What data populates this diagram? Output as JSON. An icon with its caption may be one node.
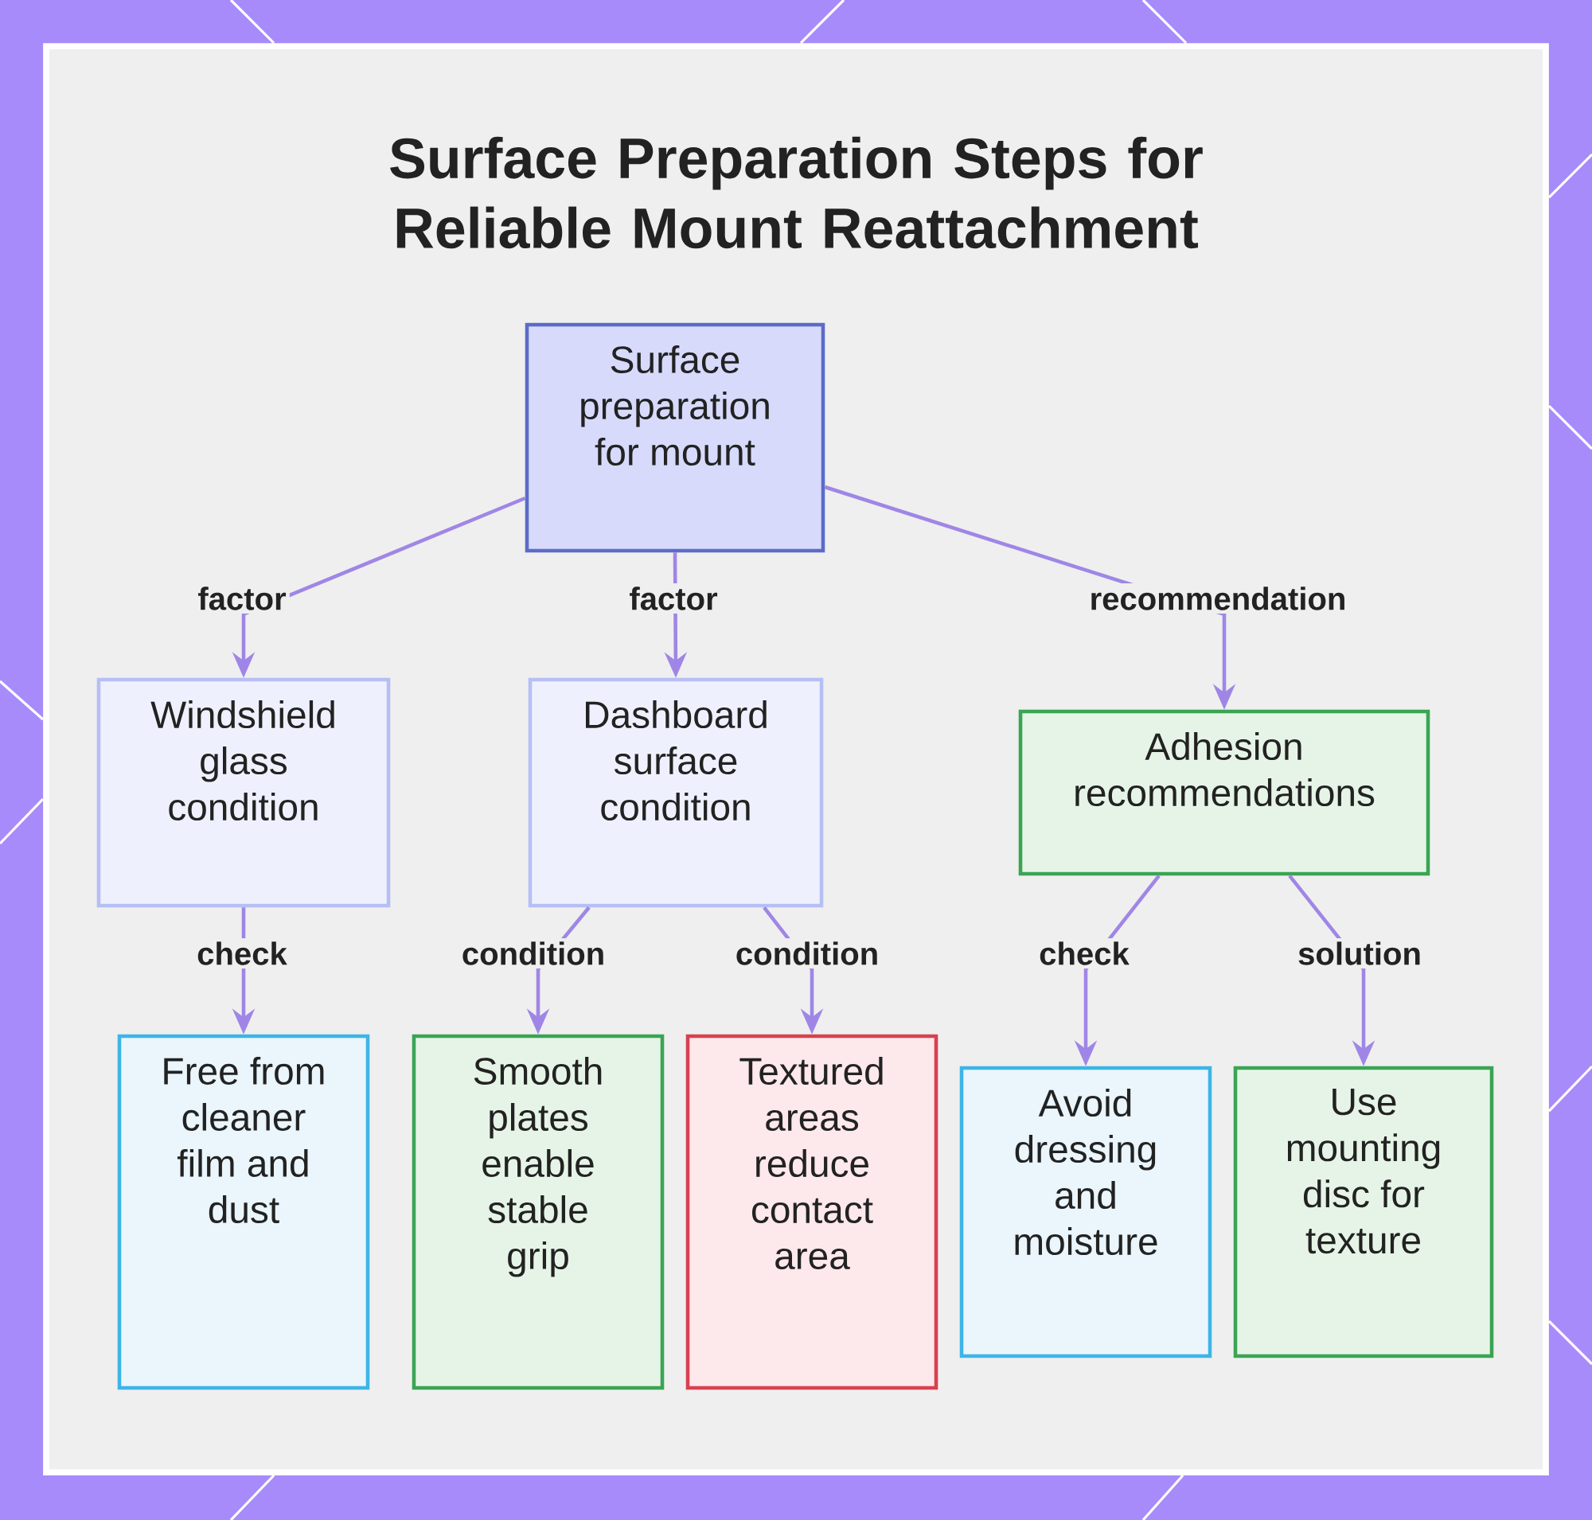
{
  "diagram": {
    "title": "Surface Preparation Steps for Reliable Mount Reattachment",
    "nodes": [
      {
        "text": [
          "Surface preparation for mount"
        ]
      },
      {
        "text": [
          "Windshield glass condition"
        ]
      },
      {
        "text": [
          "Dashboard surface condition"
        ]
      },
      {
        "text": [
          "Adhesion recommendations"
        ]
      },
      {
        "text": [
          "Free from cleaner film and dust"
        ]
      },
      {
        "text": [
          "Smooth plates enable stable grip"
        ]
      },
      {
        "text": [
          "Textured areas reduce contact area"
        ]
      },
      {
        "text": [
          "Avoid dressing and moisture"
        ]
      },
      {
        "text": [
          "Use mounting disc for texture"
        ]
      }
    ],
    "edges": [
      {
        "from": 0,
        "to": 1,
        "arrow": "to",
        "label": "factor"
      },
      {
        "from": 0,
        "to": 2,
        "arrow": "to",
        "label": "factor"
      },
      {
        "from": 0,
        "to": 3,
        "arrow": "to",
        "label": "recommendation"
      },
      {
        "from": 1,
        "to": 4,
        "arrow": "to",
        "label": "check"
      },
      {
        "from": 2,
        "to": 5,
        "arrow": "to",
        "label": "condition"
      },
      {
        "from": 2,
        "to": 6,
        "arrow": "to",
        "label": "condition"
      },
      {
        "from": 3,
        "to": 7,
        "arrow": "to",
        "label": "check"
      },
      {
        "from": 3,
        "to": 8,
        "arrow": "to",
        "label": "solution"
      }
    ]
  }
}
